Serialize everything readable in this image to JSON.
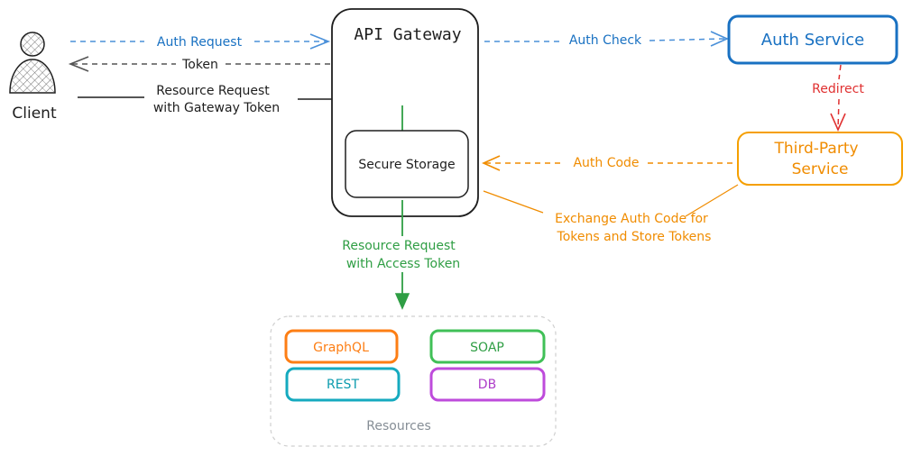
{
  "client": {
    "label": "Client"
  },
  "gateway": {
    "title": "API Gateway",
    "storage_label": "Secure Storage"
  },
  "auth_service": {
    "label": "Auth Service"
  },
  "third_party": {
    "line1": "Third-Party",
    "line2": "Service"
  },
  "edges": {
    "auth_request": "Auth Request",
    "token": "Token",
    "resource_request_gw_line1": "Resource Request",
    "resource_request_gw_line2": "with Gateway Token",
    "auth_check": "Auth Check",
    "redirect": "Redirect",
    "auth_code": "Auth Code",
    "exchange_line1": "Exchange Auth Code for",
    "exchange_line2": "Tokens and Store Tokens",
    "resource_request_access_line1": "Resource Request",
    "resource_request_access_line2": "with Access Token"
  },
  "resources": {
    "group_label": "Resources",
    "graphql": "GraphQL",
    "soap": "SOAP",
    "rest": "REST",
    "db": "DB"
  },
  "colors": {
    "blue": "#1971c2",
    "blue_light": "#4a90d9",
    "gray": "#555555",
    "black": "#1e1e1e",
    "green": "#2f9e44",
    "red": "#e03131",
    "orange": "#f08c00",
    "orange_node": "#f59f00",
    "teal": "#0c9bae",
    "purple": "#ae3ec9",
    "graphql": "#fd7e14",
    "soap": "#40c057",
    "rest": "#15aabf",
    "db": "#be4bdb"
  }
}
